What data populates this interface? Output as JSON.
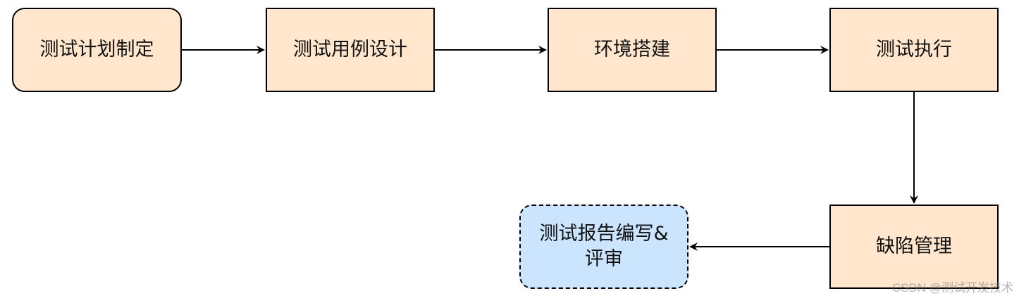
{
  "nodes": {
    "plan": "测试计划制定",
    "design": "测试用例设计",
    "env": "环境搭建",
    "exec": "测试执行",
    "defect": "缺陷管理",
    "report": "测试报告编写&\n评审"
  },
  "watermark": "CSDN @测试开发技术",
  "colors": {
    "box_fill": "#ffe6cc",
    "final_fill": "#cce5ff",
    "stroke": "#000000"
  }
}
